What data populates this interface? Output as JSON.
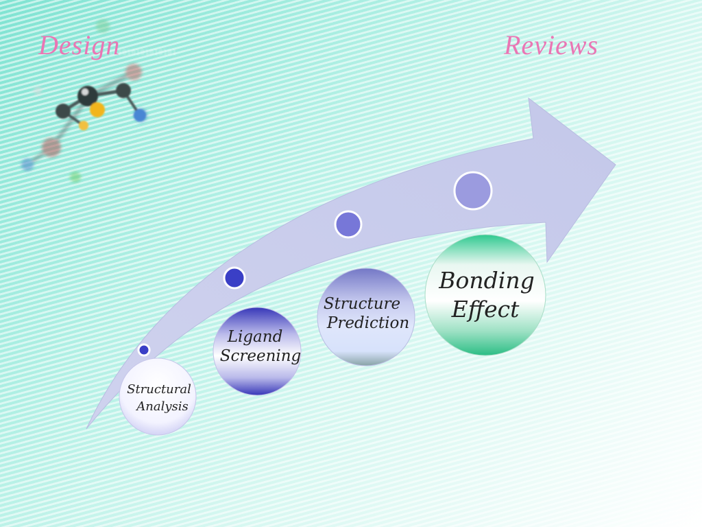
{
  "title_left": "Design",
  "title_right": "Reviews",
  "steps": [
    {
      "line1": "Structural",
      "line2": "Analysis"
    },
    {
      "line1": "Ligand",
      "line2": "Screening"
    },
    {
      "line1": "Structure",
      "line2": "Prediction"
    },
    {
      "line1": "Bonding",
      "line2": "Effect"
    }
  ],
  "colors": {
    "title": "#ea76b4",
    "arrow": "#c9cdea",
    "dot_dark": "#3a3fc6",
    "dot_mid": "#7777d8",
    "dot_light": "#9b9bdf",
    "bonding_green": "#2ec98f"
  },
  "decor": {
    "molecule_icon": "molecule-icon"
  }
}
